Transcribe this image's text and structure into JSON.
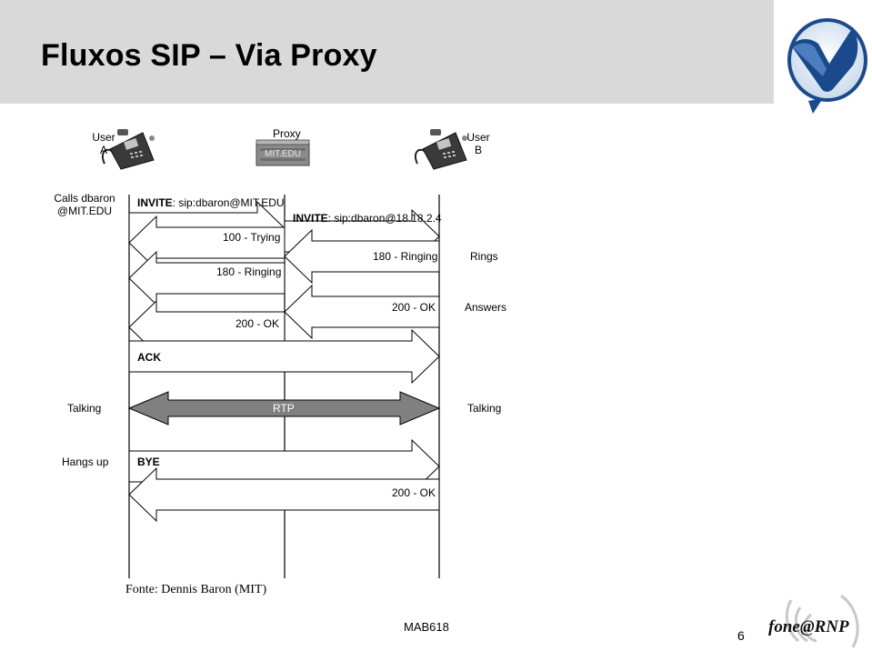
{
  "header": {
    "title": "Fluxos SIP – Via Proxy"
  },
  "participants": {
    "user_a": {
      "line1": "User",
      "line2": "A"
    },
    "proxy": {
      "label": "Proxy",
      "device_text": "MIT.EDU"
    },
    "user_b": {
      "line1": "User",
      "line2": "B"
    }
  },
  "side_notes": {
    "calls_line1": "Calls  dbaron",
    "calls_line2": "@MIT.EDU",
    "rings": "Rings",
    "answers": "Answers",
    "talking_left": "Talking",
    "talking_right": "Talking",
    "hangs_up": "Hangs up"
  },
  "messages": {
    "invite1": {
      "method": "INVITE",
      "rest": ": sip:dbaron@MIT.EDU"
    },
    "invite2": {
      "method": "INVITE",
      "rest": ": sip:dbaron@18.18.2.4"
    },
    "trying": "100 - Trying",
    "ringing_b": "180 - Ringing",
    "ringing_a": "180 - Ringing",
    "ok_b": "200 - OK",
    "ok_a": "200 - OK",
    "ack": "ACK",
    "rtp": "RTP",
    "bye": "BYE",
    "ok_bye": "200 - OK"
  },
  "footer": {
    "source": "Fonte: Dennis Baron (MIT)",
    "course": "MAB618",
    "page": "6",
    "logo_text_1": "fone",
    "logo_text_2": "@RNP"
  },
  "colors": {
    "header_band": "#d9d9d9",
    "rtp_fill": "#808080",
    "logo_blue": "#1a4a8c"
  }
}
